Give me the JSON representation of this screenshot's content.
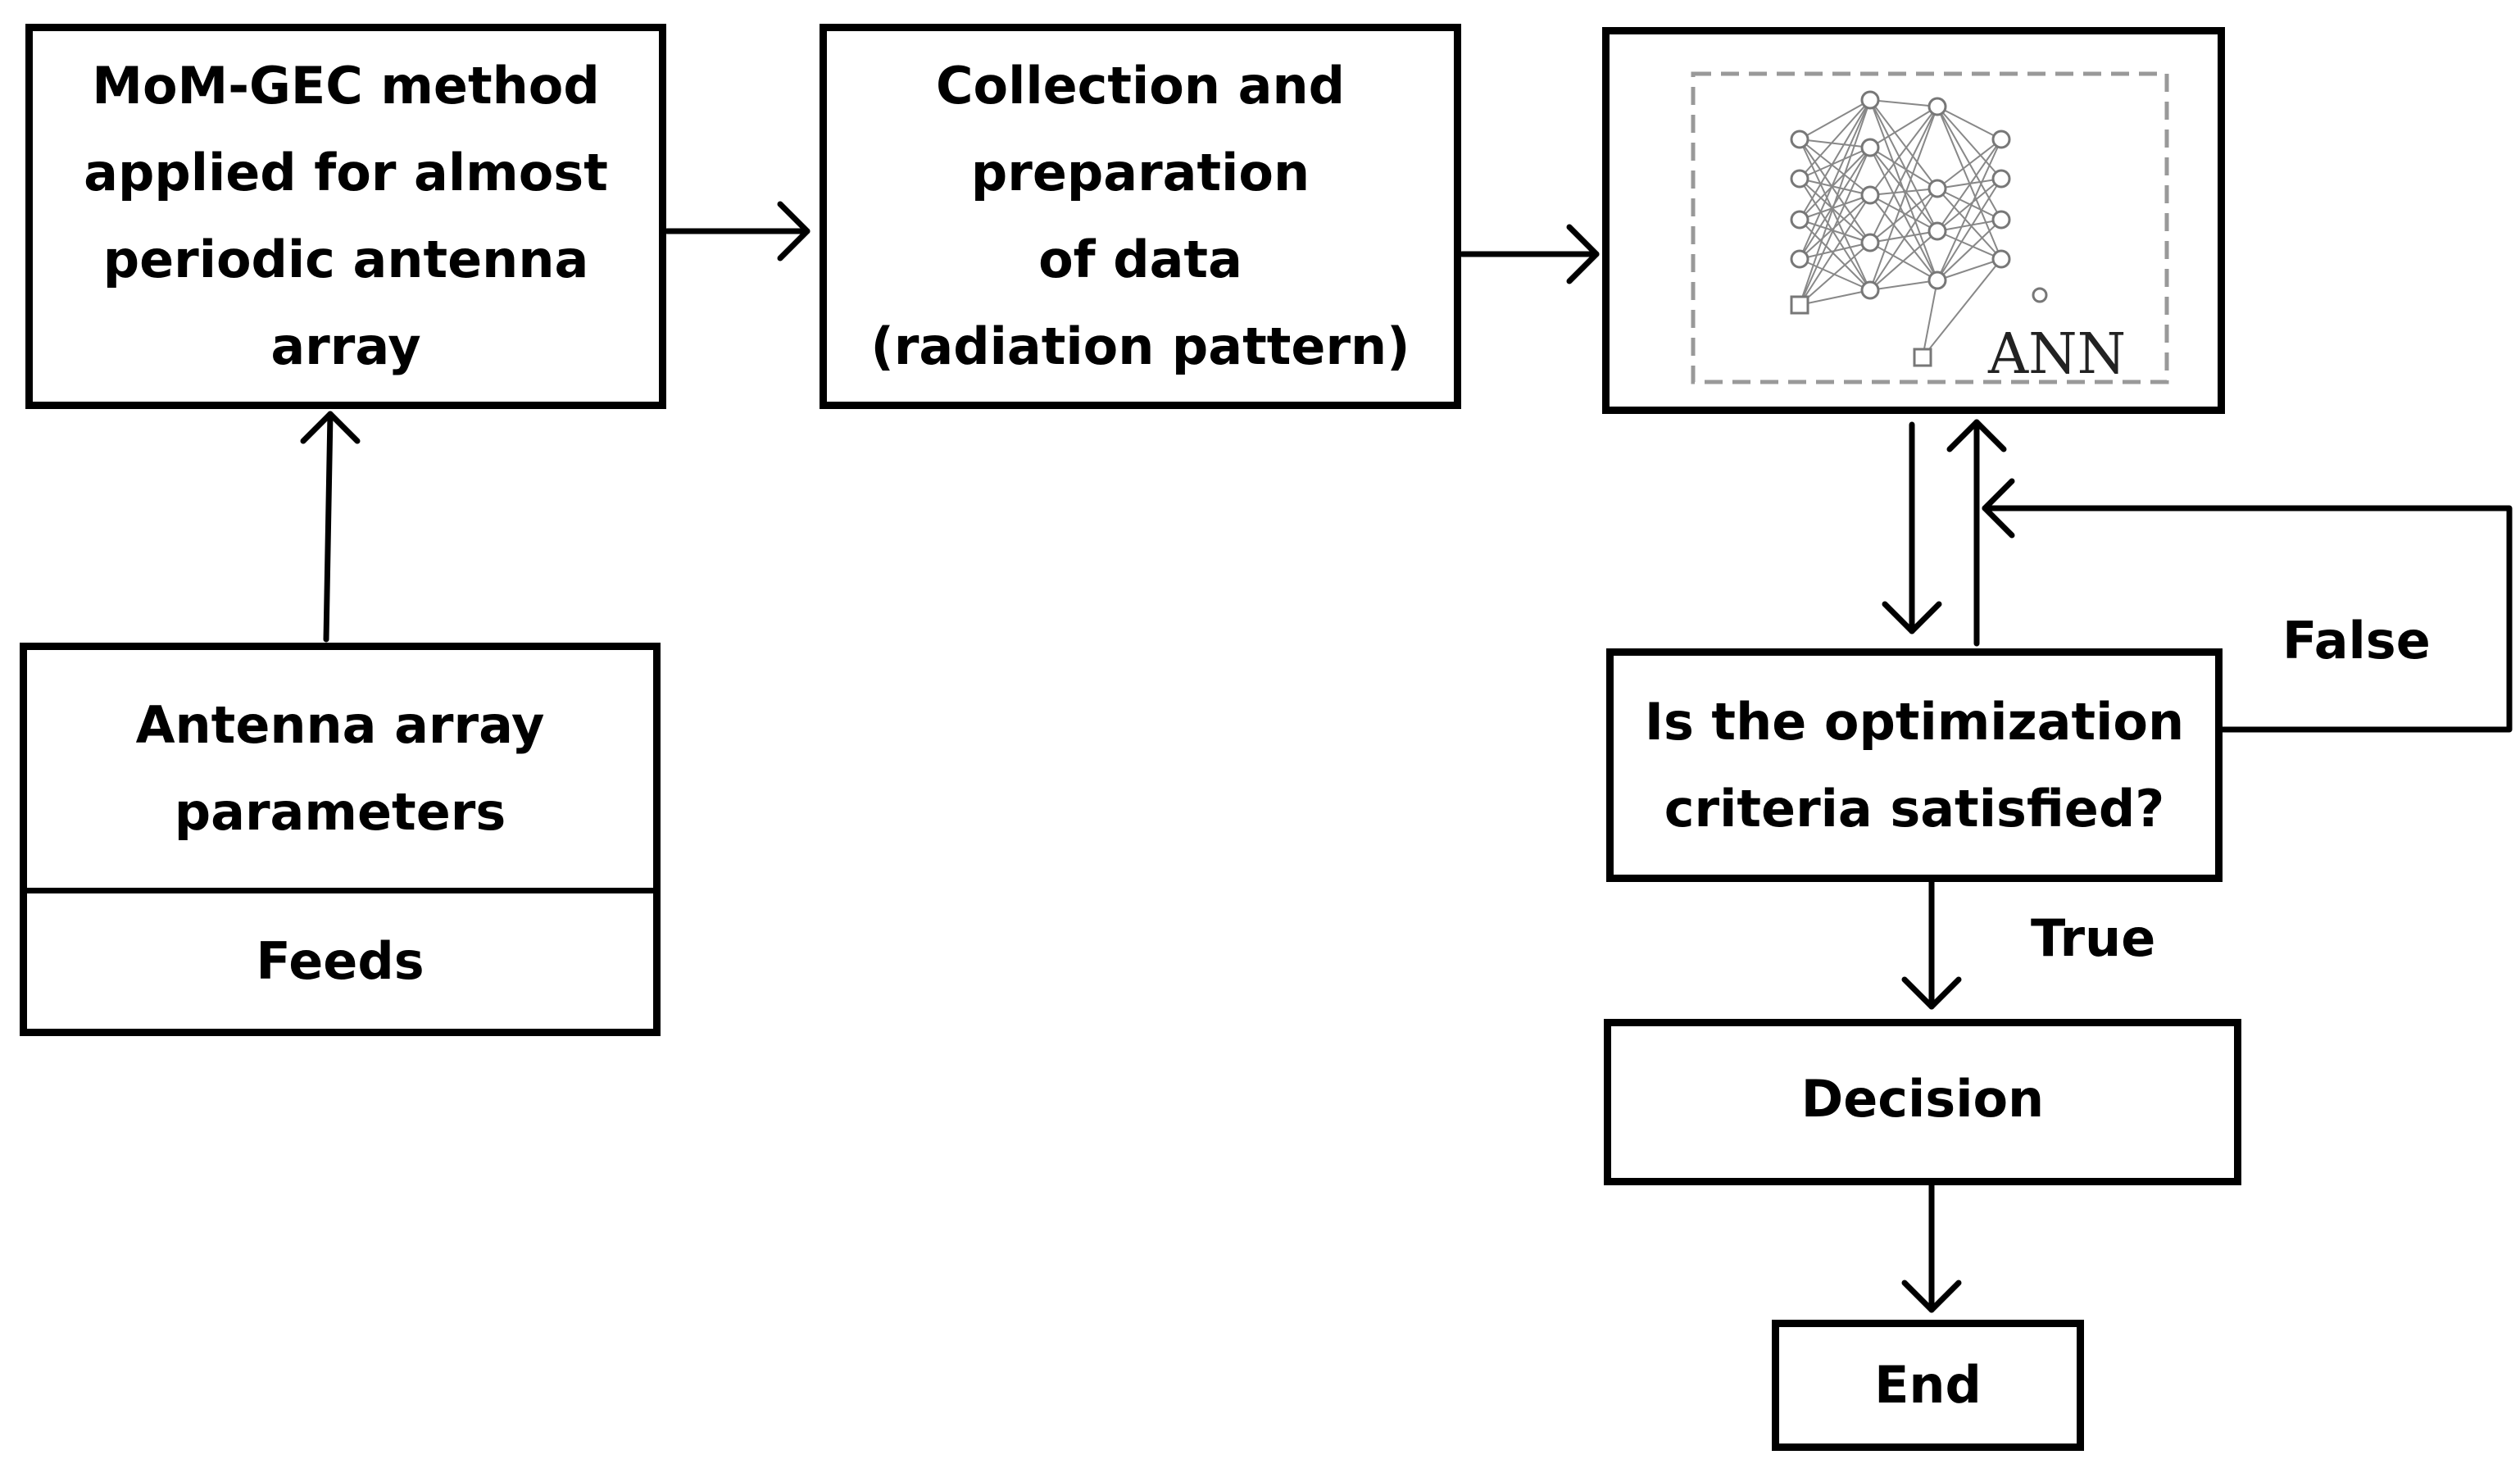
{
  "boxes": {
    "mom": [
      "MoM-GEC method",
      "applied for almost",
      "periodic antenna",
      "array"
    ],
    "collect": [
      "Collection and",
      "preparation",
      "of data",
      "(radiation pattern)"
    ],
    "ann_label": "ANN",
    "params_top": [
      "Antenna array",
      "parameters"
    ],
    "params_bottom": "Feeds",
    "question": [
      "Is the optimization",
      "criteria satisfied?"
    ],
    "decision": "Decision",
    "end": "End"
  },
  "edge_labels": {
    "false": "False",
    "true": "True"
  }
}
